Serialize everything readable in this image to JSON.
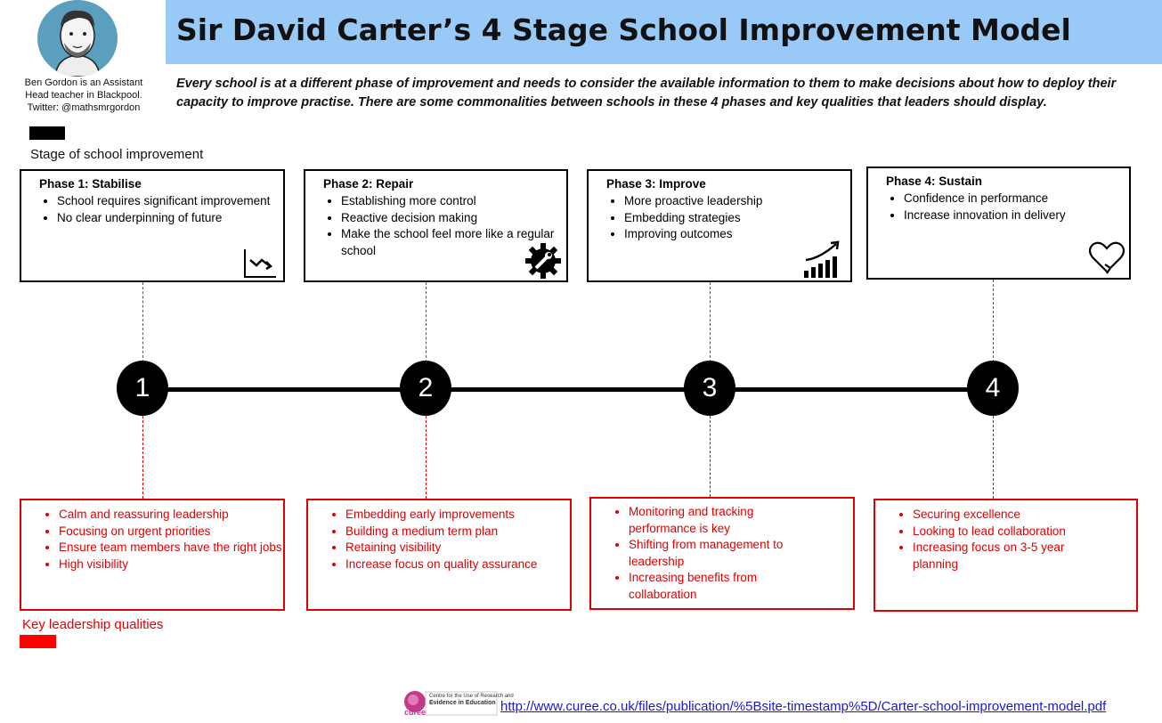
{
  "header": {
    "title": "Sir David Carter’s 4 Stage School Improvement Model"
  },
  "author": {
    "line1": "Ben Gordon is an Assistant",
    "line2": "Head teacher in Blackpool.",
    "line3": "Twitter: @mathsmrgordon"
  },
  "intro": "Every school is at a different phase of improvement and needs to consider the available information to them to make decisions about how to deploy their capacity to improve practise.  There are some commonalities  between schools in these 4 phases and key qualities that leaders should display.",
  "labels": {
    "stage": "Stage of school improvement",
    "key": "Key leadership qualities"
  },
  "phases": [
    {
      "number": "1",
      "title": "Phase 1: Stabilise",
      "items": [
        "School requires significant improvement",
        "No clear underpinning of future"
      ],
      "icon": "declining-trend-icon",
      "qualities": [
        "Calm and reassuring leadership",
        "Focusing on urgent priorities",
        "Ensure team members have the right jobs",
        "High visibility"
      ]
    },
    {
      "number": "2",
      "title": "Phase 2: Repair",
      "items": [
        "Establishing more control",
        "Reactive decision making",
        "Make the school feel more like a regular school"
      ],
      "icon": "gear-wrench-icon",
      "qualities": [
        "Embedding early improvements",
        "Building a medium term plan",
        "Retaining visibility",
        "Increase focus on quality assurance"
      ]
    },
    {
      "number": "3",
      "title": "Phase 3: Improve",
      "items": [
        "More proactive leadership",
        "Embedding strategies",
        "Improving outcomes"
      ],
      "icon": "growth-bars-icon",
      "qualities": [
        "Monitoring and tracking performance  is key",
        "Shifting from management to leadership",
        "Increasing benefits from collaboration"
      ]
    },
    {
      "number": "4",
      "title": "Phase 4: Sustain",
      "items": [
        "Confidence in performance",
        "Increase innovation in delivery"
      ],
      "icon": "heart-cycle-icon",
      "qualities": [
        "Securing excellence",
        "Looking to lead collaboration",
        "Increasing focus on 3-5 year planning"
      ]
    }
  ],
  "footer": {
    "logo_line1": "Centre for the Use of Research and",
    "logo_line2": "Evidence in Education",
    "logo_word": "curee",
    "link": "http://www.curee.co.uk/files/publication/%5Bsite-timestamp%5D/Carter-school-improvement-model.pdf"
  },
  "colors": {
    "title_bar": "#99c9f7",
    "quality_red": "#e00000",
    "link_blue": "#1a1acc"
  }
}
